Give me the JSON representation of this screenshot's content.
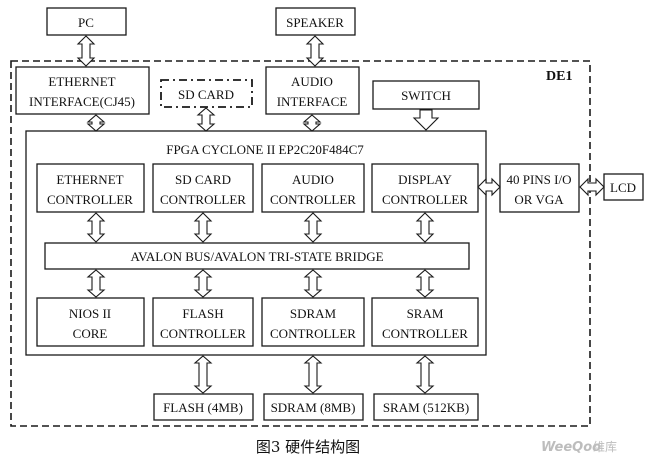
{
  "board_label": "DE1",
  "fpga_title": "FPGA CYCLONE II EP2C20F484C7",
  "external": {
    "pc": "PC",
    "speaker": "SPEAKER",
    "lcd": "LCD"
  },
  "interfaces": {
    "ethernet_line1": "ETHERNET",
    "ethernet_line2": "INTERFACE(CJ45)",
    "sdcard": "SD CARD",
    "audio_line1": "AUDIO",
    "audio_line2": "INTERFACE",
    "switch": "SWITCH",
    "pins_line1": "40 PINS I/O",
    "pins_line2": "OR VGA"
  },
  "controllers": {
    "ethernet_line1": "ETHERNET",
    "ethernet_line2": "CONTROLLER",
    "sdcard_line1": "SD CARD",
    "sdcard_line2": "CONTROLLER",
    "audio_line1": "AUDIO",
    "audio_line2": "CONTROLLER",
    "display_line1": "DISPLAY",
    "display_line2": "CONTROLLER",
    "nios_line1": "NIOS II",
    "nios_line2": "CORE",
    "flash_line1": "FLASH",
    "flash_line2": "CONTROLLER",
    "sdram_line1": "SDRAM",
    "sdram_line2": "CONTROLLER",
    "sram_line1": "SRAM",
    "sram_line2": "CONTROLLER"
  },
  "bus": "AVALON BUS/AVALON TRI-STATE BRIDGE",
  "memory": {
    "flash": "FLASH (4MB)",
    "sdram": "SDRAM (8MB)",
    "sram": "SRAM (512KB)"
  },
  "caption": "图3  硬件结构图",
  "watermark": {
    "brand": "WeeQoo",
    "suffix": "维库"
  }
}
